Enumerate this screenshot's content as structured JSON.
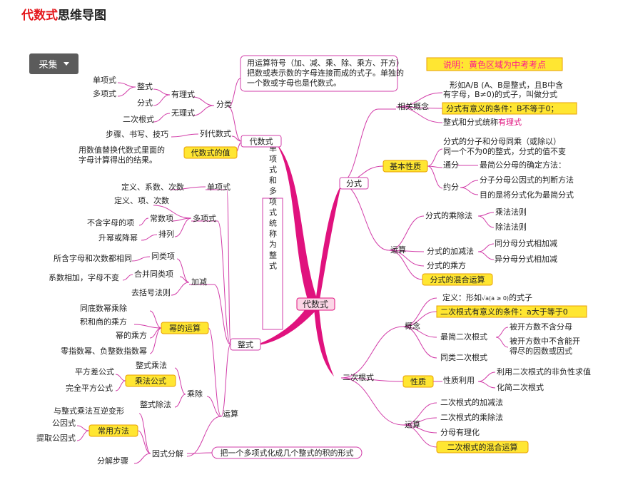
{
  "title": {
    "red": "代数式",
    "rest": "思维导图"
  },
  "collect_button": {
    "label": "采集"
  },
  "notice": "说明：黄色区域为中考考点",
  "colors": {
    "link": "#d23ca8",
    "trunk": "#e0127e",
    "highlight": "#ffe632",
    "notice": "#ff1a8c",
    "title_red": "#e4161b"
  },
  "nodes": {
    "n0": "代数式",
    "n1": "代数式",
    "n2": "用运算符号（加、减、乘、除、乘方、开方）",
    "n3": "把数或表示数的字母连接而成的式子。单独的",
    "n4": "一个数或字母也是代数式。",
    "n5": "分类",
    "n6": "有理式",
    "n7": "整式",
    "n8": "单项式",
    "n9": "多项式",
    "n10": "分式",
    "n11": "无理式",
    "n12": "二次根式",
    "n13": "列代数式",
    "n14": "步骤、书写、技巧",
    "n15": "代数式的值",
    "n16": "用数值替换代数式里面的",
    "n17": "字母计算得出的结果。",
    "n18": "整式",
    "n19": "单项式",
    "n20": "定义、系数、次数",
    "n21": "多项式",
    "n22": "定义、项、次数",
    "n23": "常数项",
    "n24": "不含字母的项",
    "n25": "排列",
    "n26": "升幂或降幂",
    "n27": "加减",
    "n28": "同类项",
    "n29": "所含字母和次数都相同",
    "n30": "合并同类项",
    "n31": "系数相加，字母不变",
    "n32": "去括号法则",
    "n33": "单项式和多项式统称为整式",
    "n34": "运算",
    "n35": "幂的运算",
    "n36": "同底数幂乘除",
    "n37": "积和商的乘方",
    "n38": "幂的乘方",
    "n39": "零指数幂、负整数指数幂",
    "n40": "乘除",
    "n41": "整式乘法",
    "n42": "乘法公式",
    "n43": "平方差公式",
    "n44": "完全平方公式",
    "n45": "整式除法",
    "n46": "因式分解",
    "n47": "与整式乘法互逆变形",
    "n48": "常用方法",
    "n49": "公因式",
    "n50": "提取公因式",
    "n51": "分解步骤",
    "n52": "把一个多项式化成几个整式的积的形式",
    "n53": "分式",
    "n54": "相关概念",
    "n55": "形如A/B (A、B是整式，且B中含",
    "n56": "有字母，B≠0)的式子，叫做分式",
    "n57": "分式有意义的条件：B不等于0；",
    "n58": "整式和分式统称",
    "n59": "有理式",
    "n60": "基本性质",
    "n61": "分式的分子和分母同乘（或除以）",
    "n62": "同一个不为0的整式，分式的值不变",
    "n63": "通分",
    "n64": "最简公分母的确定方法：",
    "n65": "约分",
    "n66": "分子分母公因式的判断方法",
    "n67": "目的是将分式化为最简分式",
    "n68": "运算",
    "n69": "分式的乘除法",
    "n70": "乘法法则",
    "n71": "除法法则",
    "n72": "分式的加减法",
    "n73": "同分母分式相加减",
    "n74": "异分母分式相加减",
    "n75": "分式的乘方",
    "n76": "分式的混合运算",
    "n77": "二次根式",
    "n78": "概念",
    "n79": "定义：形如",
    "n80": "√a(a ≥ 0)",
    "n81": "的式子",
    "n82": "二次根式有意义的条件：a大于等于0",
    "n83": "最简二次根式",
    "n84": "被开方数不含分母",
    "n85": "被开方数中不含能开",
    "n86": "得尽的因数或因式",
    "n87": "同类二次根式",
    "n88": "性质",
    "n89": "性质利用",
    "n90": "利用二次根式的非负性求值",
    "n91": "化简二次根式",
    "n92": "运算",
    "n93": "二次根式的加减法",
    "n94": "二次根式的乘除法",
    "n95": "分母有理化",
    "n96": "二次根式的混合运算"
  }
}
